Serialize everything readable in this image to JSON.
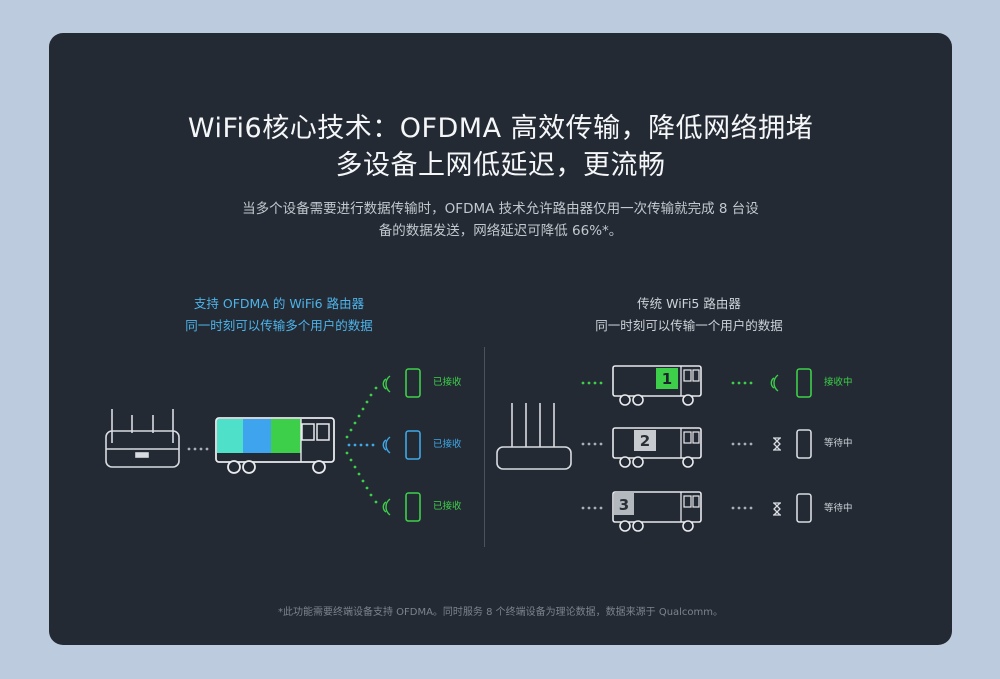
{
  "heading": {
    "line1": "WiFi6核心技术：OFDMA 高效传输，降低网络拥堵",
    "line2": "多设备上网低延迟，更流畅"
  },
  "description": {
    "line1": "当多个设备需要进行数据传输时，OFDMA 技术允许路由器仅用一次传输就完成 8 台设",
    "line2": "备的数据发送，网络延迟可降低 66%*。"
  },
  "wifi6_panel": {
    "caption1": "支持 OFDMA 的 WiFi6 路由器",
    "caption2": "同一时刻可以传输多个用户的数据",
    "devices": [
      {
        "status": "已接收",
        "color": "#3ecf4a"
      },
      {
        "status": "已接收",
        "color": "#3fa8e8"
      },
      {
        "status": "已接收",
        "color": "#3ecf4a"
      }
    ],
    "cargo_colors": [
      "#4ee0c8",
      "#3ea4ee",
      "#3ecf4a"
    ]
  },
  "wifi5_panel": {
    "caption1": "传统 WiFi5 路由器",
    "caption2": "同一时刻可以传输一个用户的数据",
    "trucks": [
      {
        "number": "1",
        "status": "接收中",
        "active": true
      },
      {
        "number": "2",
        "status": "等待中",
        "active": false
      },
      {
        "number": "3",
        "status": "等待中",
        "active": false
      }
    ]
  },
  "footnote": "*此功能需要终端设备支持 OFDMA。同时服务 8 个终端设备为理论数据，数据来源于 Qualcomm。",
  "colors": {
    "card_bg": "#232a33",
    "page_bg": "#bccbde",
    "accent_blue": "#4eb3ea",
    "accent_green": "#3ecf4a",
    "truck_stroke": "#e8eaed"
  },
  "icons": [
    "router-icon",
    "truck-icon",
    "wifi-signal-icon",
    "phone-icon",
    "hourglass-icon"
  ]
}
